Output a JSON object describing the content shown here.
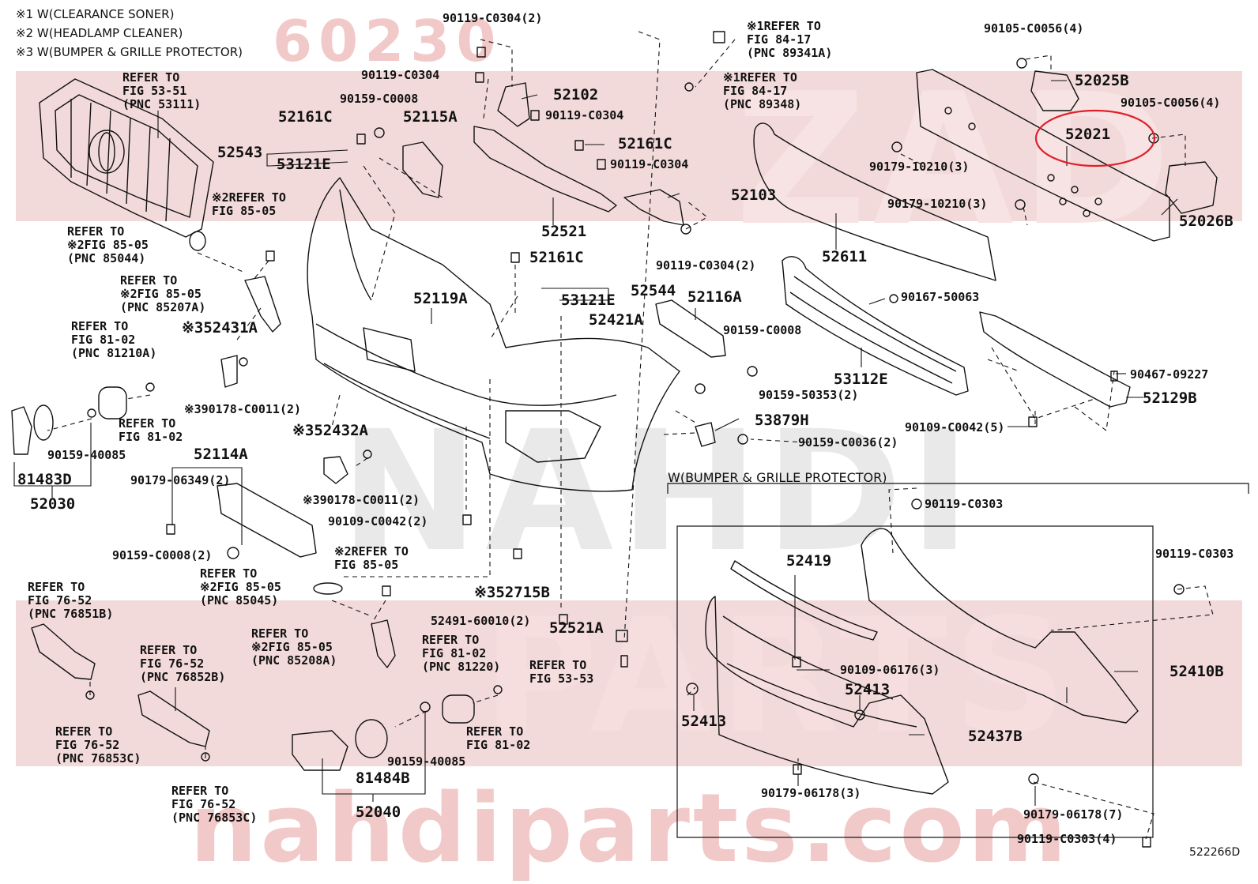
{
  "watermarks": {
    "partnum": "60230",
    "bands": [
      "ZAD",
      "NAHDI",
      "PARTS"
    ],
    "site": "nahdiparts.com"
  },
  "notes": [
    "※1 W(CLEARANCE SONER)",
    "※2 W(HEADLAMP CLEANER)",
    "※3 W(BUMPER & GRILLE PROTECTOR)"
  ],
  "diagram_code": "522266D",
  "protector_section_title": "W(BUMPER & GRILLE PROTECTOR)",
  "highlighted_part": "52021",
  "labels": [
    {
      "id": "l1",
      "text": "REFER TO\nFIG 53-51\n(PNC 53111)",
      "kind": "ref"
    },
    {
      "id": "l2",
      "text": "90119-C0304(2)",
      "kind": "small"
    },
    {
      "id": "l3",
      "text": "※1REFER TO\nFIG 84-17\n(PNC 89341A)",
      "kind": "ref"
    },
    {
      "id": "l4",
      "text": "90105-C0056(4)",
      "kind": "small"
    },
    {
      "id": "l5",
      "text": "90119-C0304",
      "kind": "small"
    },
    {
      "id": "l6",
      "text": "※1REFER TO\nFIG 84-17\n(PNC 89348)",
      "kind": "ref"
    },
    {
      "id": "l7",
      "text": "52025B",
      "kind": "big"
    },
    {
      "id": "l8",
      "text": "52102",
      "kind": "big"
    },
    {
      "id": "l9",
      "text": "90105-C0056(4)",
      "kind": "small"
    },
    {
      "id": "l10",
      "text": "90159-C0008",
      "kind": "small"
    },
    {
      "id": "l11",
      "text": "52161C",
      "kind": "big"
    },
    {
      "id": "l12",
      "text": "52115A",
      "kind": "big"
    },
    {
      "id": "l13",
      "text": "90119-C0304",
      "kind": "small"
    },
    {
      "id": "l14",
      "text": "52021",
      "kind": "big"
    },
    {
      "id": "l15",
      "text": "52161C",
      "kind": "big"
    },
    {
      "id": "l16",
      "text": "52543",
      "kind": "big"
    },
    {
      "id": "l17",
      "text": "53121E",
      "kind": "big"
    },
    {
      "id": "l18",
      "text": "90119-C0304",
      "kind": "small"
    },
    {
      "id": "l19",
      "text": "90179-10210(3)",
      "kind": "small"
    },
    {
      "id": "l20",
      "text": "※2REFER TO\nFIG 85-05",
      "kind": "ref"
    },
    {
      "id": "l21",
      "text": "52103",
      "kind": "big"
    },
    {
      "id": "l22",
      "text": "90179-10210(3)",
      "kind": "small"
    },
    {
      "id": "l23",
      "text": "52026B",
      "kind": "big"
    },
    {
      "id": "l24",
      "text": "REFER TO\n※2FIG 85-05\n(PNC 85044)",
      "kind": "ref"
    },
    {
      "id": "l25",
      "text": "52521",
      "kind": "big"
    },
    {
      "id": "l26",
      "text": "90119-C0304(2)",
      "kind": "small"
    },
    {
      "id": "l27",
      "text": "52611",
      "kind": "big"
    },
    {
      "id": "l28",
      "text": "52161C",
      "kind": "big"
    },
    {
      "id": "l29",
      "text": "REFER TO\n※2FIG 85-05\n(PNC 85207A)",
      "kind": "ref"
    },
    {
      "id": "l30",
      "text": "52544",
      "kind": "big"
    },
    {
      "id": "l31",
      "text": "52119A",
      "kind": "big"
    },
    {
      "id": "l32",
      "text": "53121E",
      "kind": "big"
    },
    {
      "id": "l33",
      "text": "52116A",
      "kind": "big"
    },
    {
      "id": "l34",
      "text": "90167-50063",
      "kind": "small"
    },
    {
      "id": "l35",
      "text": "REFER TO\nFIG 81-02\n(PNC 81210A)",
      "kind": "ref"
    },
    {
      "id": "l36",
      "text": "※352431A",
      "kind": "big"
    },
    {
      "id": "l37",
      "text": "52421A",
      "kind": "big"
    },
    {
      "id": "l38",
      "text": "90159-C0008",
      "kind": "small"
    },
    {
      "id": "l39",
      "text": "53112E",
      "kind": "big"
    },
    {
      "id": "l40",
      "text": "90467-09227",
      "kind": "small"
    },
    {
      "id": "l41",
      "text": "※390178-C0011(2)",
      "kind": "small"
    },
    {
      "id": "l42",
      "text": "90159-50353(2)",
      "kind": "small"
    },
    {
      "id": "l43",
      "text": "52129B",
      "kind": "big"
    },
    {
      "id": "l44",
      "text": "REFER TO\nFIG 81-02",
      "kind": "ref"
    },
    {
      "id": "l45",
      "text": "53879H",
      "kind": "big"
    },
    {
      "id": "l46",
      "text": "90109-C0042(5)",
      "kind": "small"
    },
    {
      "id": "l47",
      "text": "※352432A",
      "kind": "big"
    },
    {
      "id": "l48",
      "text": "90159-C0036(2)",
      "kind": "small"
    },
    {
      "id": "l49",
      "text": "90159-40085",
      "kind": "small"
    },
    {
      "id": "l50",
      "text": "52114A",
      "kind": "big"
    },
    {
      "id": "l51",
      "text": "81483D",
      "kind": "big"
    },
    {
      "id": "l52",
      "text": "90179-06349(2)",
      "kind": "small"
    },
    {
      "id": "l53",
      "text": "52030",
      "kind": "big"
    },
    {
      "id": "l54",
      "text": "※390178-C0011(2)",
      "kind": "small"
    },
    {
      "id": "l55",
      "text": "90119-C0303",
      "kind": "small"
    },
    {
      "id": "l56",
      "text": "90109-C0042(2)",
      "kind": "small"
    },
    {
      "id": "l57",
      "text": "90159-C0008(2)",
      "kind": "small"
    },
    {
      "id": "l58",
      "text": "※2REFER TO\nFIG 85-05",
      "kind": "ref"
    },
    {
      "id": "l59",
      "text": "52419",
      "kind": "big"
    },
    {
      "id": "l60",
      "text": "90119-C0303",
      "kind": "small"
    },
    {
      "id": "l61",
      "text": "REFER TO\nFIG 76-52\n(PNC 76851B)",
      "kind": "ref"
    },
    {
      "id": "l62",
      "text": "REFER TO\n※2FIG 85-05\n(PNC 85045)",
      "kind": "ref"
    },
    {
      "id": "l63",
      "text": "※352715B",
      "kind": "big"
    },
    {
      "id": "l64",
      "text": "52491-60010(2)",
      "kind": "small"
    },
    {
      "id": "l65",
      "text": "52521A",
      "kind": "big"
    },
    {
      "id": "l66",
      "text": "REFER TO\n※2FIG 85-05\n(PNC 85208A)",
      "kind": "ref"
    },
    {
      "id": "l67",
      "text": "REFER TO\nFIG 81-02\n(PNC 81220)",
      "kind": "ref"
    },
    {
      "id": "l68",
      "text": "REFER TO\nFIG 53-53",
      "kind": "ref"
    },
    {
      "id": "l69",
      "text": "REFER TO\nFIG 76-52\n(PNC 76852B)",
      "kind": "ref"
    },
    {
      "id": "l70",
      "text": "90109-06176(3)",
      "kind": "small"
    },
    {
      "id": "l71",
      "text": "52410B",
      "kind": "big"
    },
    {
      "id": "l72",
      "text": "52413",
      "kind": "big"
    },
    {
      "id": "l73",
      "text": "52413",
      "kind": "big"
    },
    {
      "id": "l74",
      "text": "REFER TO\nFIG 76-52\n(PNC 76853C)",
      "kind": "ref"
    },
    {
      "id": "l75",
      "text": "REFER TO\nFIG 81-02",
      "kind": "ref"
    },
    {
      "id": "l76",
      "text": "52437B",
      "kind": "big"
    },
    {
      "id": "l77",
      "text": "90159-40085",
      "kind": "small"
    },
    {
      "id": "l78",
      "text": "81484B",
      "kind": "big"
    },
    {
      "id": "l79",
      "text": "REFER TO\nFIG 76-52\n(PNC 76853C)",
      "kind": "ref"
    },
    {
      "id": "l80",
      "text": "90179-06178(3)",
      "kind": "small"
    },
    {
      "id": "l81",
      "text": "90179-06178(7)",
      "kind": "small"
    },
    {
      "id": "l82",
      "text": "52040",
      "kind": "big"
    },
    {
      "id": "l83",
      "text": "90119-C0303(4)",
      "kind": "small"
    }
  ]
}
